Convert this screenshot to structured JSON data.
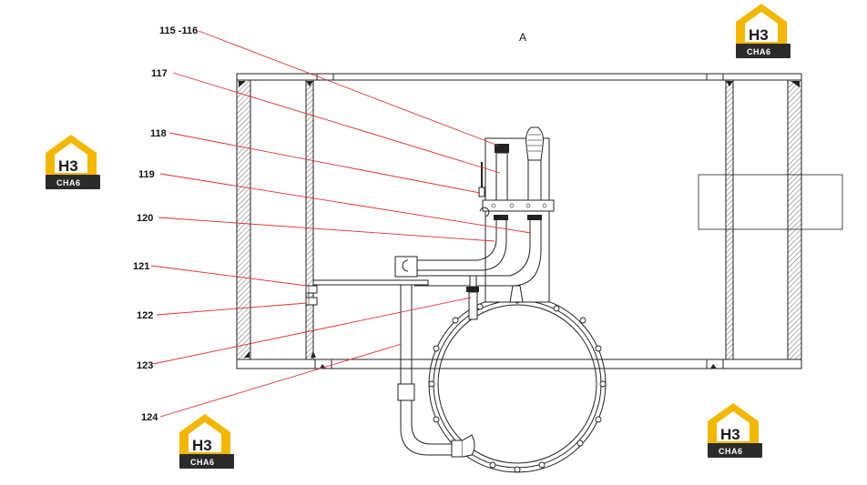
{
  "view_label": "A",
  "callouts": [
    {
      "id": "c115",
      "text": "115 -116"
    },
    {
      "id": "c117",
      "text": "117"
    },
    {
      "id": "c118",
      "text": "118"
    },
    {
      "id": "c119",
      "text": "119"
    },
    {
      "id": "c120",
      "text": "120"
    },
    {
      "id": "c121",
      "text": "121"
    },
    {
      "id": "c122",
      "text": "122"
    },
    {
      "id": "c123",
      "text": "123"
    },
    {
      "id": "c124",
      "text": "124"
    }
  ],
  "watermark": {
    "logo_top": "H3",
    "logo_bottom": "CHA6"
  },
  "colors": {
    "leader": "#e03030",
    "logo_gold": "#f2b705",
    "logo_dark": "#2b2b2b"
  }
}
